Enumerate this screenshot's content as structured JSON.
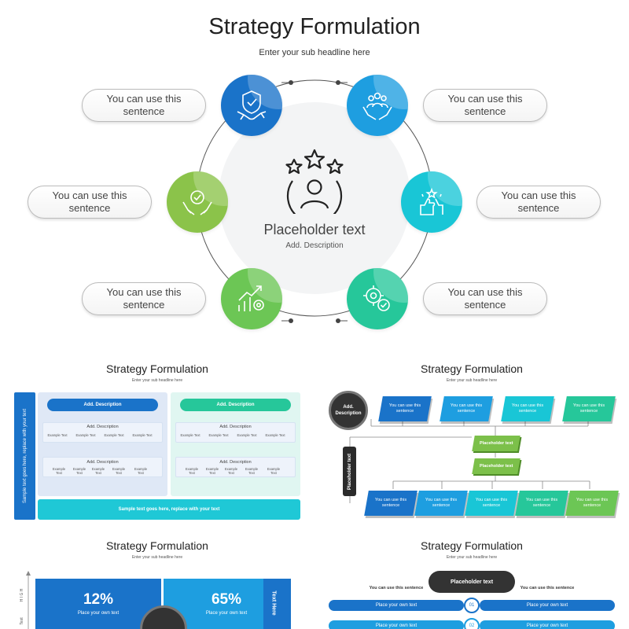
{
  "main": {
    "title": "Strategy Formulation",
    "subtitle": "Enter your sub headline here",
    "hub_title": "Placeholder text",
    "hub_desc": "Add. Description",
    "pill_text": "You can use this sentence",
    "nodes": [
      {
        "icon": "handshake-shield-icon",
        "color": "#1a73c9"
      },
      {
        "icon": "team-hands-icon",
        "color": "#1e9ee0"
      },
      {
        "icon": "check-badge-hands-icon",
        "color": "#8bc34a"
      },
      {
        "icon": "thumbs-up-stars-icon",
        "color": "#19c6d6"
      },
      {
        "icon": "growth-gear-icon",
        "color": "#6cc655"
      },
      {
        "icon": "gear-check-icon",
        "color": "#26c79a"
      }
    ],
    "hub_icon": "user-stars-icon"
  },
  "thumb1": {
    "title": "Strategy Formulation",
    "subtitle": "Enter your sub headline here",
    "vertical_text": "Sample text goes here, replace with your text",
    "bottom_text": "Sample text goes here, replace with your text",
    "left_header": "Add. Description",
    "right_header": "Add. Description",
    "row_title": "Add. Description",
    "example": "Example Text",
    "example_wrapped": [
      "Example",
      "Text"
    ]
  },
  "thumb2": {
    "title": "Strategy Formulation",
    "subtitle": "Enter your sub headline here",
    "circle_text": "Add. Description",
    "vertical_text": "Placeholder text",
    "box_text": "You can use this sentence",
    "green1": "Placeholder text",
    "green2": "Placeholder text"
  },
  "thumb3": {
    "title": "Strategy Formulation",
    "subtitle": "Enter your sub headline here",
    "kpi1_value": "12%",
    "kpi1_label": "Place your own text",
    "kpi2_value": "65%",
    "kpi2_label": "Place your own text",
    "side_text": "Text Here",
    "axis_high": "H I G H",
    "axis_text": "Text"
  },
  "thumb4": {
    "title": "Strategy Formulation",
    "subtitle": "Enter your sub headline here",
    "top_pill": "Placeholder text",
    "left_head": "You can use this sentence",
    "right_head": "You can use this sentence",
    "row_text": "Place your own text",
    "num1": "01",
    "num2": "02"
  }
}
